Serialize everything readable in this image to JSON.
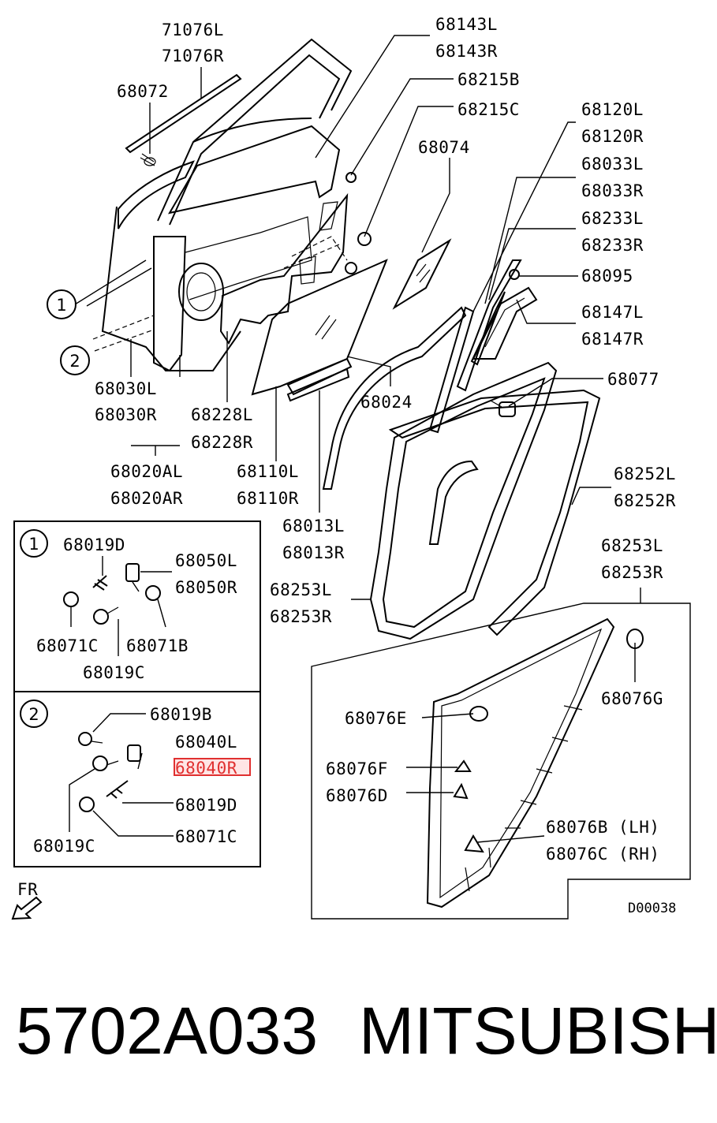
{
  "callouts": {
    "c71076L": "71076L",
    "c71076R": "71076R",
    "c68072": "68072",
    "c68143L": "68143L",
    "c68143R": "68143R",
    "c68215B": "68215B",
    "c68215C": "68215C",
    "c68120L": "68120L",
    "c68120R": "68120R",
    "c68074": "68074",
    "c68033L": "68033L",
    "c68033R": "68033R",
    "c68233L": "68233L",
    "c68233R": "68233R",
    "c68095": "68095",
    "c68147L": "68147L",
    "c68147R": "68147R",
    "c68077": "68077",
    "c68030L": "68030L",
    "c68030R": "68030R",
    "c68228L": "68228L",
    "c68228R": "68228R",
    "c68024": "68024",
    "c68020AL": "68020AL",
    "c68020AR": "68020AR",
    "c68110L": "68110L",
    "c68110R": "68110R",
    "c68252L": "68252L",
    "c68252R": "68252R",
    "c68013L": "68013L",
    "c68013R": "68013R",
    "c68253L_right": "68253L",
    "c68253R_right": "68253R",
    "c68253L_left": "68253L",
    "c68253R_left": "68253R",
    "c68076G": "68076G",
    "c68076E": "68076E",
    "c68076F": "68076F",
    "c68076D": "68076D",
    "c68076B": "68076B (LH)",
    "c68076C": "68076C (RH)",
    "ref_code": "D00038"
  },
  "detail1": {
    "number": "1",
    "c68019D": "68019D",
    "c68050L": "68050L",
    "c68050R": "68050R",
    "c68071C": "68071C",
    "c68071B": "68071B",
    "c68019C": "68019C"
  },
  "detail2": {
    "number": "2",
    "c68019B": "68019B",
    "c68040L": "68040L",
    "c68040R": "68040R",
    "c68019D": "68019D",
    "c68019C": "68019C",
    "c68071C": "68071C"
  },
  "markers": {
    "m1": "1",
    "m2": "2"
  },
  "fr_label": "FR",
  "footer": {
    "part_number": "5702A033",
    "brand": "MITSUBISHI"
  },
  "highlight_color": "#e03030"
}
